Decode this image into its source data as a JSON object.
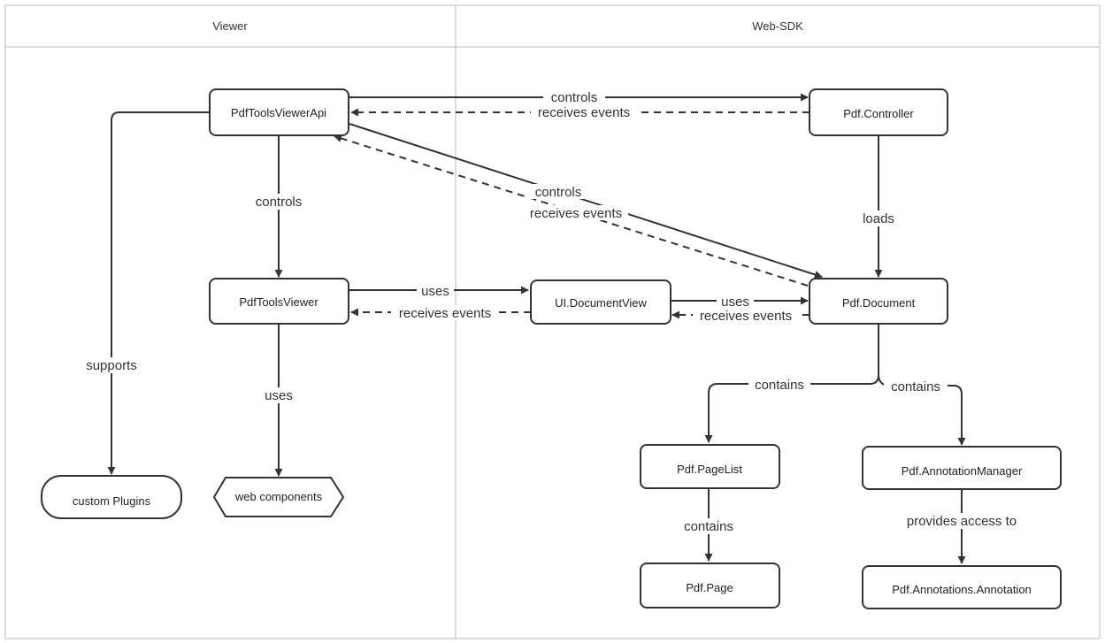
{
  "lanes": {
    "viewer": "Viewer",
    "websdk": "Web-SDK"
  },
  "nodes": {
    "pdftoolsviewerapi": "PdfToolsViewerApi",
    "pdftoolsviewer": "PdfToolsViewer",
    "custom_plugins": "custom Plugins",
    "web_components": "web components",
    "ui_documentview": "UI.DocumentView",
    "pdf_controller": "Pdf.Controller",
    "pdf_document": "Pdf.Document",
    "pdf_pagelist": "Pdf.PageList",
    "pdf_page": "Pdf.Page",
    "pdf_annotationmanager": "Pdf.AnnotationManager",
    "pdf_annotation": "Pdf.Annotations.Annotation"
  },
  "edges": {
    "api_controls_controller": "controls",
    "controller_events_api": "receives events",
    "api_controls_viewer": "controls",
    "api_supports_plugins": "supports",
    "api_controls_document": "controls",
    "document_events_api": "receives events",
    "controller_loads_document": "loads",
    "viewer_uses_documentview": "uses",
    "documentview_events_viewer": "receives events",
    "documentview_uses_document": "uses",
    "document_events_documentview": "receives events",
    "viewer_uses_webcomponents": "uses",
    "document_contains_pagelist": "contains",
    "document_contains_annotationmanager": "contains",
    "pagelist_contains_page": "contains",
    "annotationmanager_provides_annotation": "provides access to"
  },
  "colors": {
    "line": "#333333",
    "border": "#bbbbbb",
    "background": "#ffffff"
  }
}
